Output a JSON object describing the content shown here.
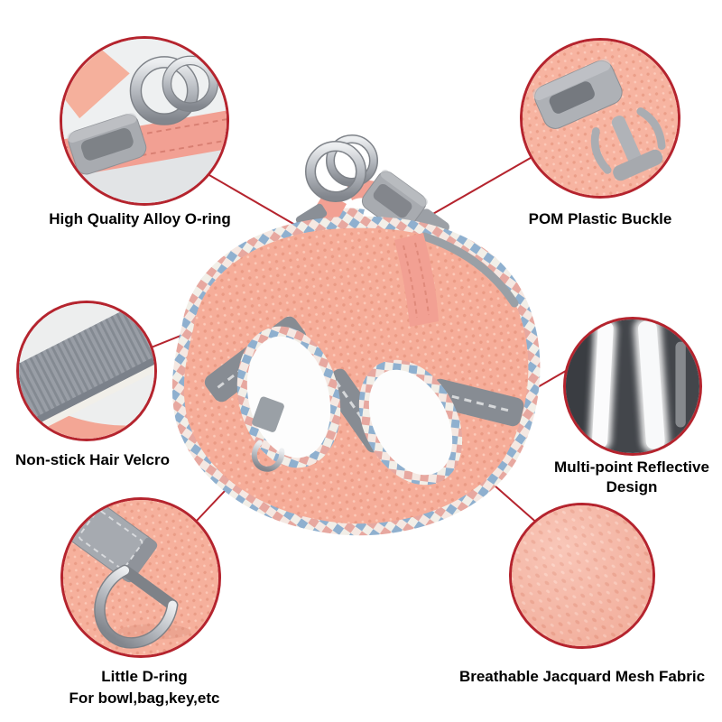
{
  "figure": {
    "type": "product-feature-callouts",
    "subject": "pet-harness",
    "background": "#ffffff"
  },
  "callouts": {
    "oring": {
      "label": "High Quality Alloy O-ring"
    },
    "buckle": {
      "label": "POM Plastic Buckle"
    },
    "velcro": {
      "label": "Non-stick Hair Velcro"
    },
    "reflective": {
      "label": "Multi-point Reflective Design"
    },
    "dring": {
      "label": "Little D-ring",
      "sublabel": "For bowl,bag,key,etc"
    },
    "mesh": {
      "label": "Breathable Jacquard Mesh Fabric"
    }
  },
  "colors": {
    "callout_ring": "#b5242e",
    "connector": "#b5242e",
    "fabric_peach": "#f6ad99",
    "strap_pink": "#f2a093",
    "plaid_pink": "#e7a8a0",
    "plaid_blue": "#8fb0cf",
    "buckle_gray": "#a8abb0",
    "metal_silver": "#c6c9ce",
    "reflective_gray": "#878c93",
    "label_text": "#000000"
  }
}
